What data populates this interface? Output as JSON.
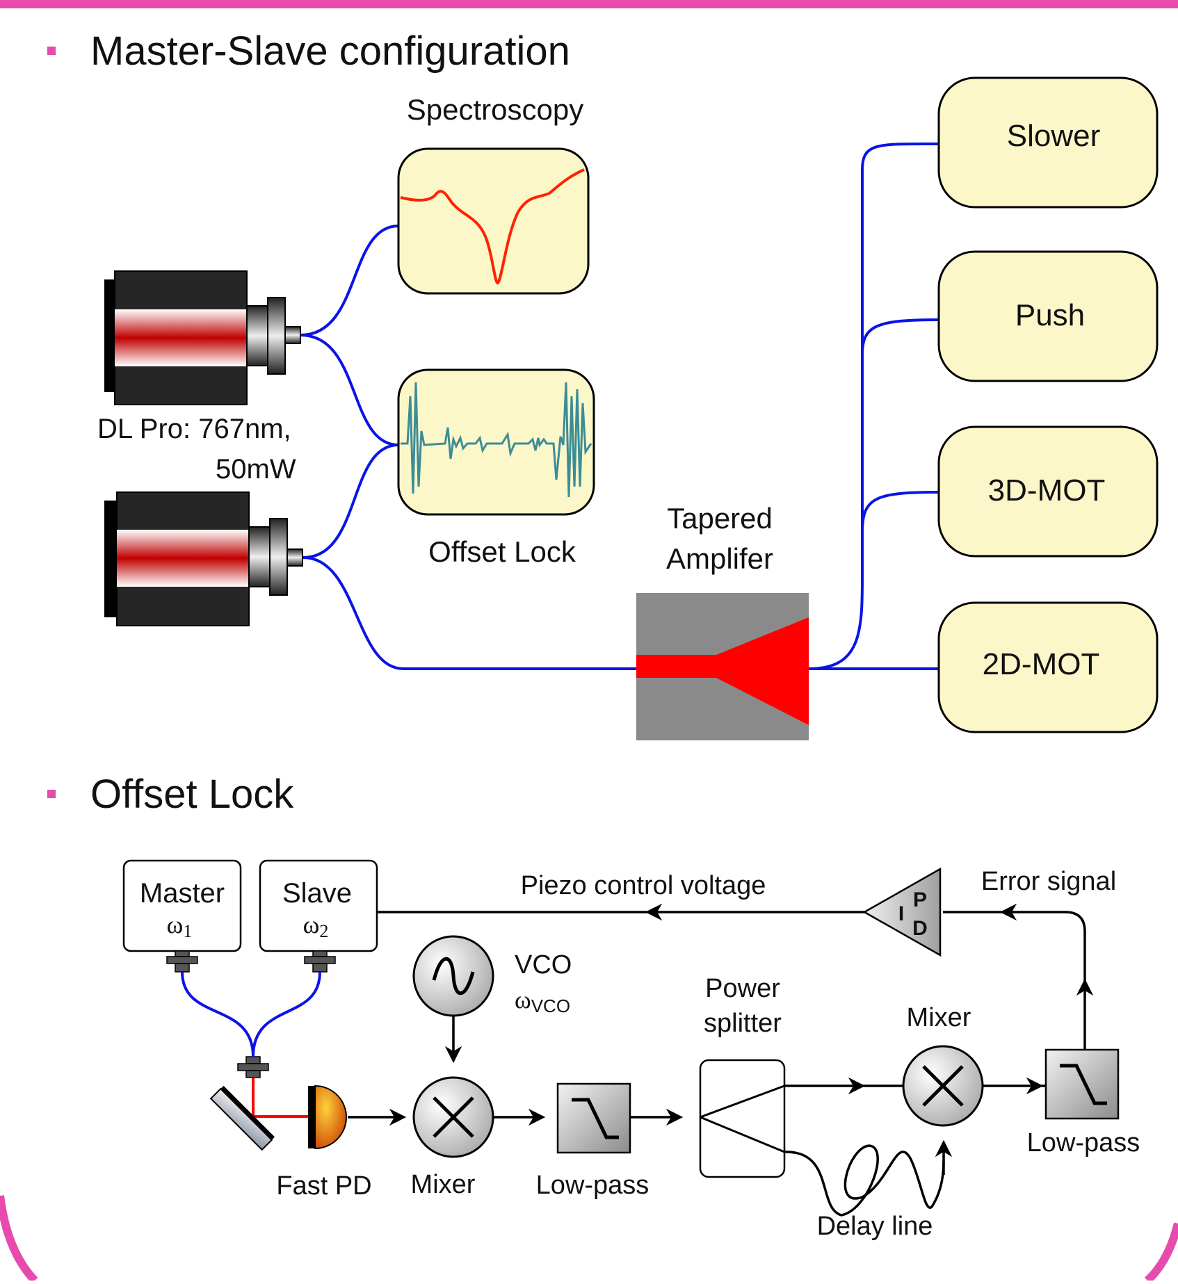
{
  "sections": {
    "master_slave": "Master-Slave configuration",
    "offset_lock": "Offset Lock"
  },
  "top_diagram": {
    "spectroscopy_label": "Spectroscopy",
    "offset_lock_label": "Offset Lock",
    "laser_label_line1": "DL Pro: 767nm,",
    "laser_label_line2": "50mW",
    "ta_label_line1": "Tapered",
    "ta_label_line2": "Amplifer",
    "outputs": [
      "Slower",
      "Push",
      "3D-MOT",
      "2D-MOT"
    ]
  },
  "bottom_diagram": {
    "master": {
      "label": "Master",
      "omega": "ω",
      "sub": "1"
    },
    "slave": {
      "label": "Slave",
      "omega": "ω",
      "sub": "2"
    },
    "piezo_label": "Piezo control voltage",
    "error_label": "Error signal",
    "pid": {
      "p": "P",
      "i": "I",
      "d": "D"
    },
    "vco_label": "VCO",
    "vco_omega": "ω",
    "vco_sub": "VCO",
    "power_splitter_line1": "Power",
    "power_splitter_line2": "splitter",
    "mixer_label": "Mixer",
    "mixer2_label": "Mixer",
    "fast_pd_label": "Fast PD",
    "lowpass_label": "Low-pass",
    "lowpass2_label": "Low-pass",
    "delay_label": "Delay line"
  },
  "colors": {
    "accent_border": "#e64bad",
    "fiber": "#0a14e6",
    "box_fill": "#fbf7c8",
    "beam": "#ff0000",
    "ta_gray": "#8a8a8a"
  }
}
